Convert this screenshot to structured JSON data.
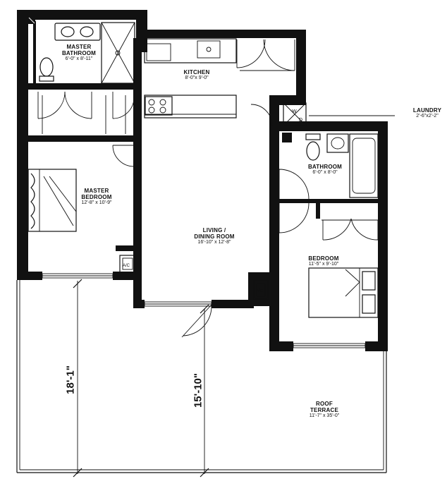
{
  "rooms": {
    "master_bath": {
      "name_line1": "MASTER",
      "name_line2": "BATHROOM",
      "dims": "6'-0\" x 8'-11\""
    },
    "kitchen": {
      "name": "KITCHEN",
      "dims": "8'-0\"x 9'-0\""
    },
    "laundry": {
      "name": "LAUNDRY",
      "dims": "2'-6\"x2'-2\""
    },
    "bathroom": {
      "name": "BATHROOM",
      "dims": "6'-0\" x 8'-0\""
    },
    "master_bedroom": {
      "name_line1": "MASTER",
      "name_line2": "BEDROOM",
      "dims": "12'-8\" x 10'-9\""
    },
    "living": {
      "name_line1": "LIVING /",
      "name_line2": "DINING ROOM",
      "dims": "16'-10\" x 12'-8\""
    },
    "bedroom": {
      "name": "BEDROOM",
      "dims": "11'-5\" x 9'-10\""
    },
    "terrace": {
      "name_line1": "ROOF",
      "name_line2": "TERRACE",
      "dims": "11'-7\" x 35'-0\""
    }
  },
  "dimensions": {
    "left": "18'-1\"",
    "center": "15'-10\""
  },
  "fixtures": {
    "ac_label": "A/C",
    "dryer_label": "D",
    "washer_label": "W"
  }
}
